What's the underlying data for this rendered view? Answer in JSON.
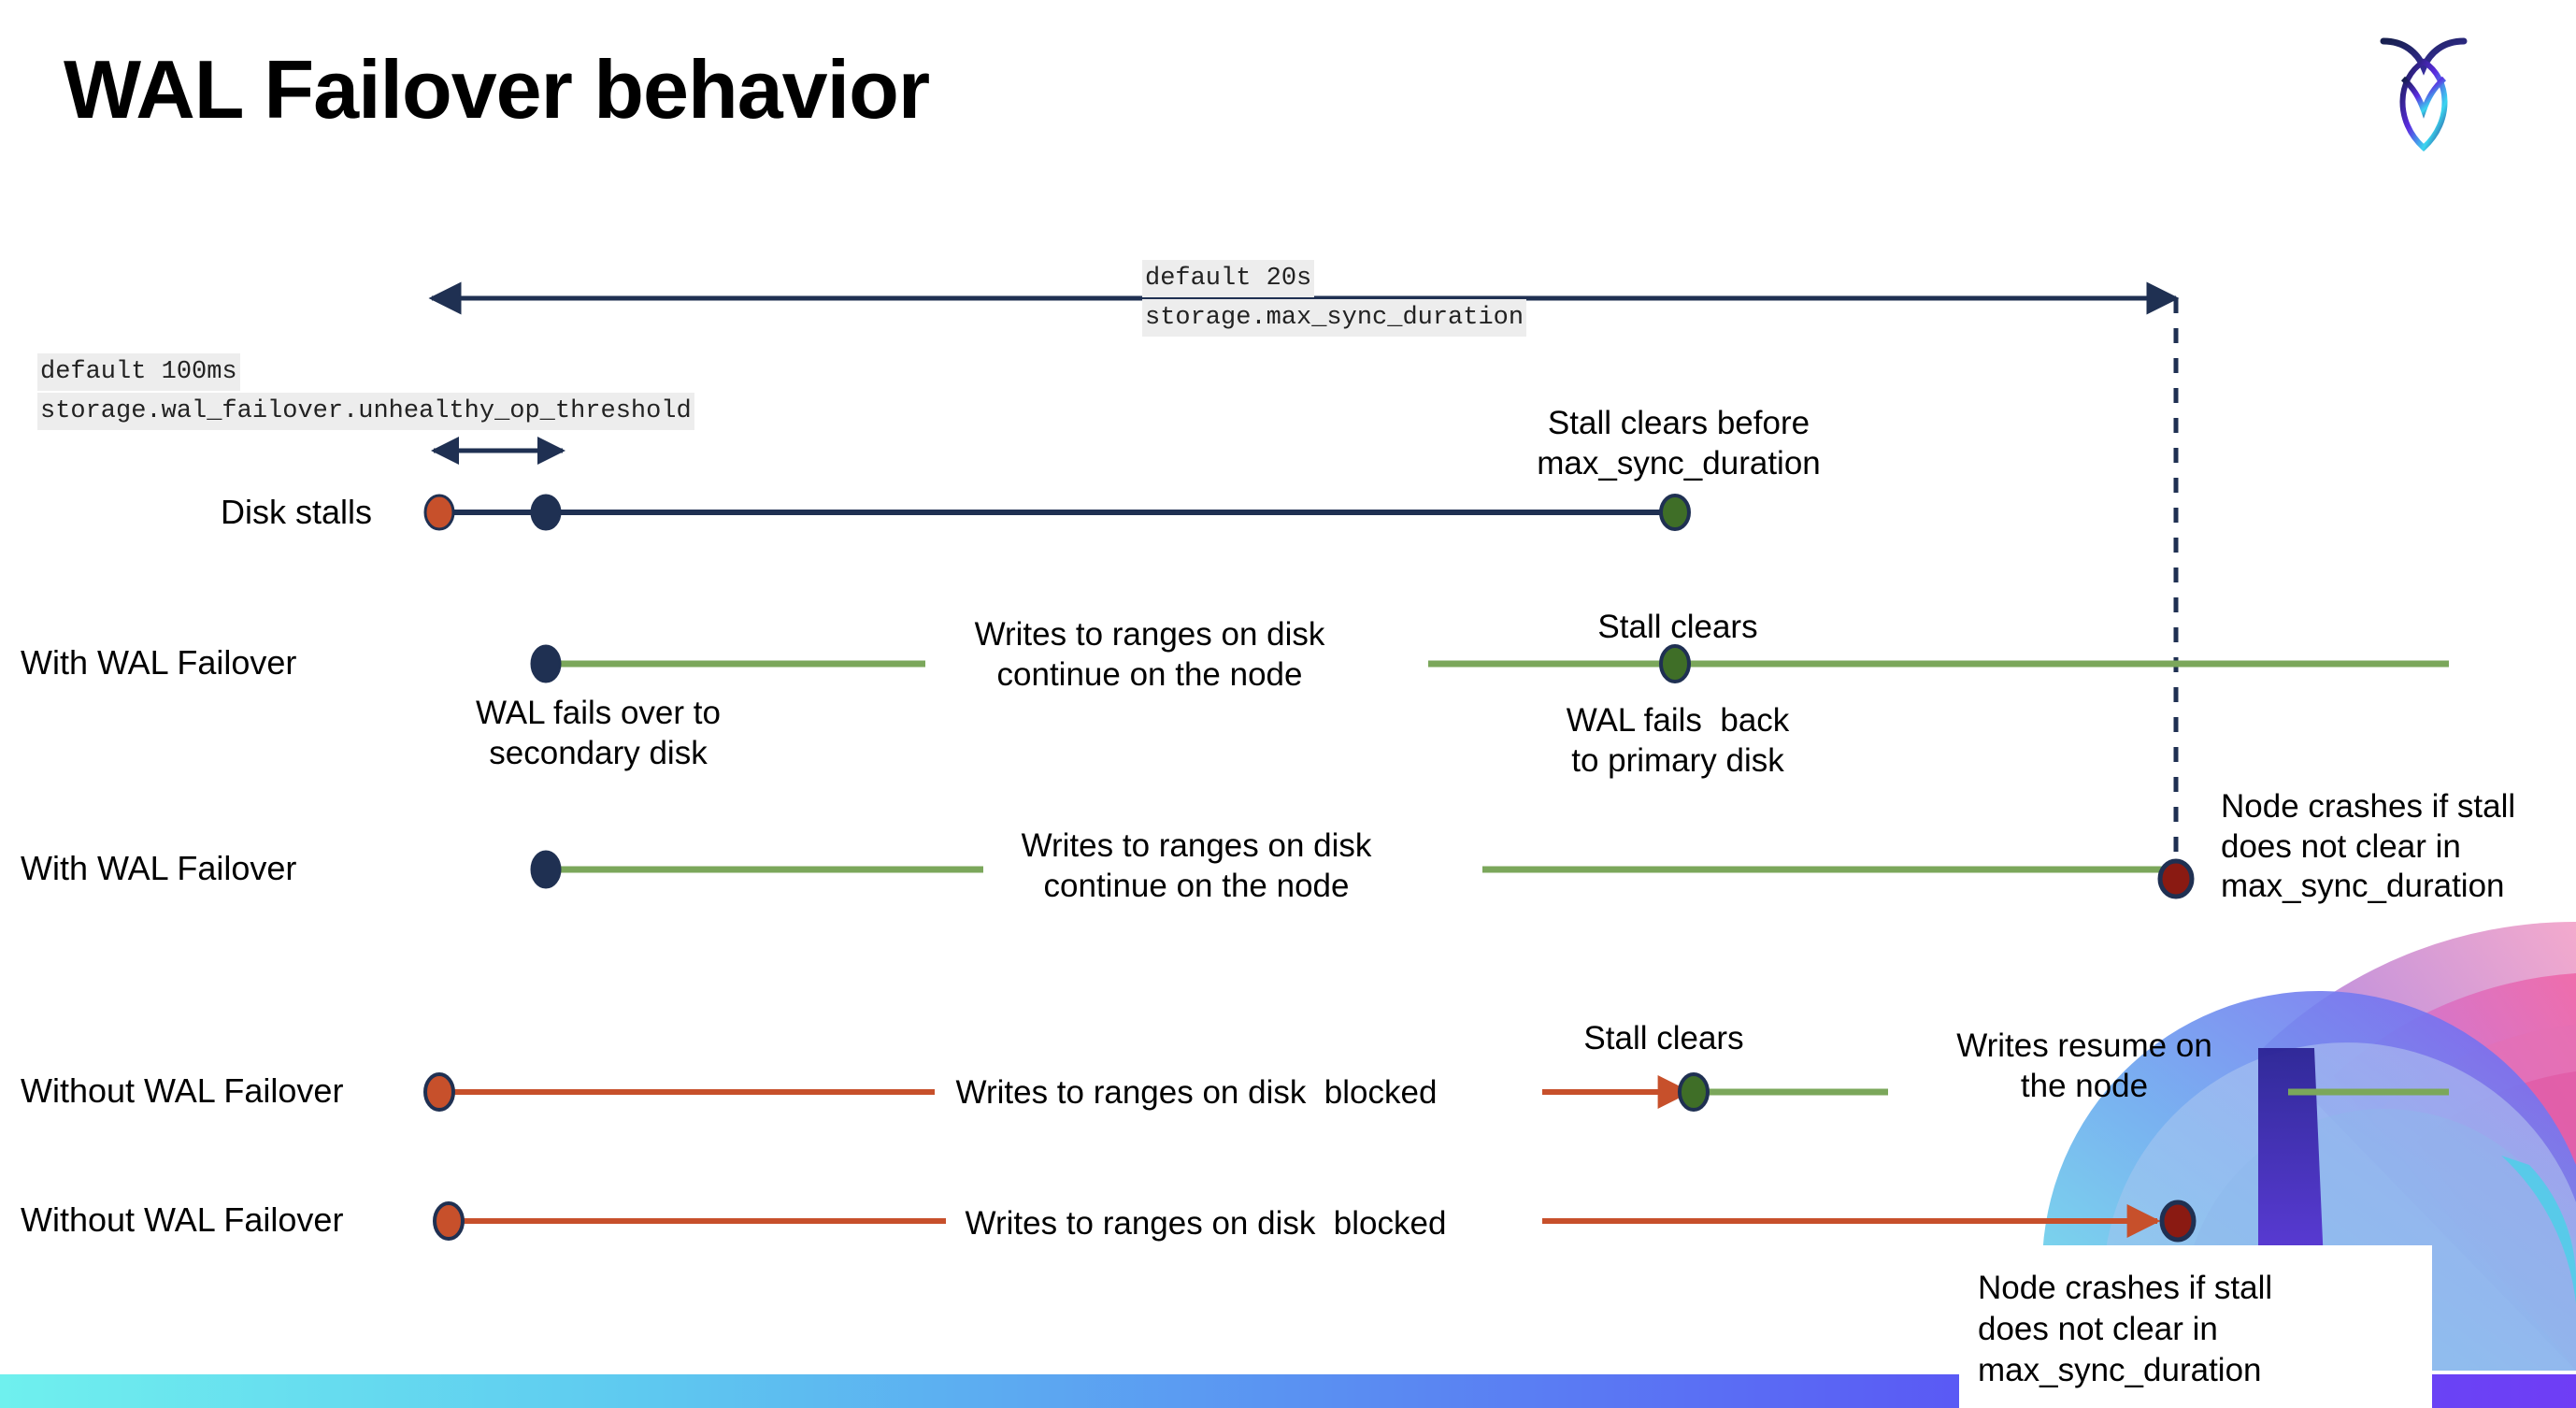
{
  "slide": {
    "title": "WAL Failover behavior",
    "logo_name": "cockroachdb-logo"
  },
  "annotations": {
    "max_sync": {
      "default": "default 20s",
      "setting": "storage.max_sync_duration"
    },
    "unhealthy_op": {
      "default": "default 100ms",
      "setting": "storage.wal_failover.unhealthy_op_threshold"
    }
  },
  "rows": [
    {
      "id": "disk-stalls",
      "label": "Disk stalls",
      "notes": [
        "Stall clears before\nmax_sync_duration"
      ]
    },
    {
      "id": "with-wal-failover-1",
      "label": "With WAL Failover",
      "notes": [
        "WAL fails over to\nsecondary disk",
        "Writes to ranges on disk\ncontinue on the node",
        "Stall clears",
        "WAL fails  back\nto primary disk"
      ]
    },
    {
      "id": "with-wal-failover-2",
      "label": "With WAL Failover",
      "notes": [
        "Writes to ranges on disk\ncontinue on the node",
        "Node crashes if stall\ndoes not clear in\nmax_sync_duration"
      ]
    },
    {
      "id": "without-wal-failover-1",
      "label": "Without WAL Failover",
      "notes": [
        "Writes to ranges on disk  blocked",
        "Stall clears",
        "Writes resume on\nthe node"
      ]
    },
    {
      "id": "without-wal-failover-2",
      "label": "Without WAL Failover",
      "notes": [
        "Writes to ranges on disk  blocked",
        "Node crashes if stall\ndoes not clear in\nmax_sync_duration"
      ]
    }
  ],
  "text": {
    "disk_stalls_label": "Disk stalls",
    "with_wal_1_label": "With WAL Failover",
    "with_wal_2_label": "With WAL Failover",
    "without_wal_1_label": "Without WAL Failover",
    "without_wal_2_label": "Without WAL Failover",
    "stall_clears_before": "Stall clears before\nmax_sync_duration",
    "wal_fails_over": "WAL fails over to\nsecondary disk",
    "writes_continue_1": "Writes to ranges on disk\ncontinue on the node",
    "stall_clears_1": "Stall clears",
    "wal_fails_back": "WAL fails  back\nto primary disk",
    "writes_continue_2": "Writes to ranges on disk\ncontinue on the node",
    "node_crashes_1": "Node crashes if stall\ndoes not clear in\nmax_sync_duration",
    "writes_blocked_1": "Writes to ranges on disk  blocked",
    "stall_clears_2": "Stall clears",
    "writes_resume": "Writes resume on\nthe node",
    "writes_blocked_2": "Writes to ranges on disk  blocked",
    "node_crashes_2": "Node crashes if stall\ndoes not clear in\nmax_sync_duration"
  },
  "colors": {
    "navy": "#1f3052",
    "green_line": "#7aa css",
    "green": "#7ba75b",
    "green_dot": "#3f6e27",
    "orange": "#c7502b",
    "dark_red": "#8a1a12",
    "chip_bg": "#ededed",
    "gradient_start": "#6ff0ee",
    "gradient_end": "#6f3df5"
  }
}
